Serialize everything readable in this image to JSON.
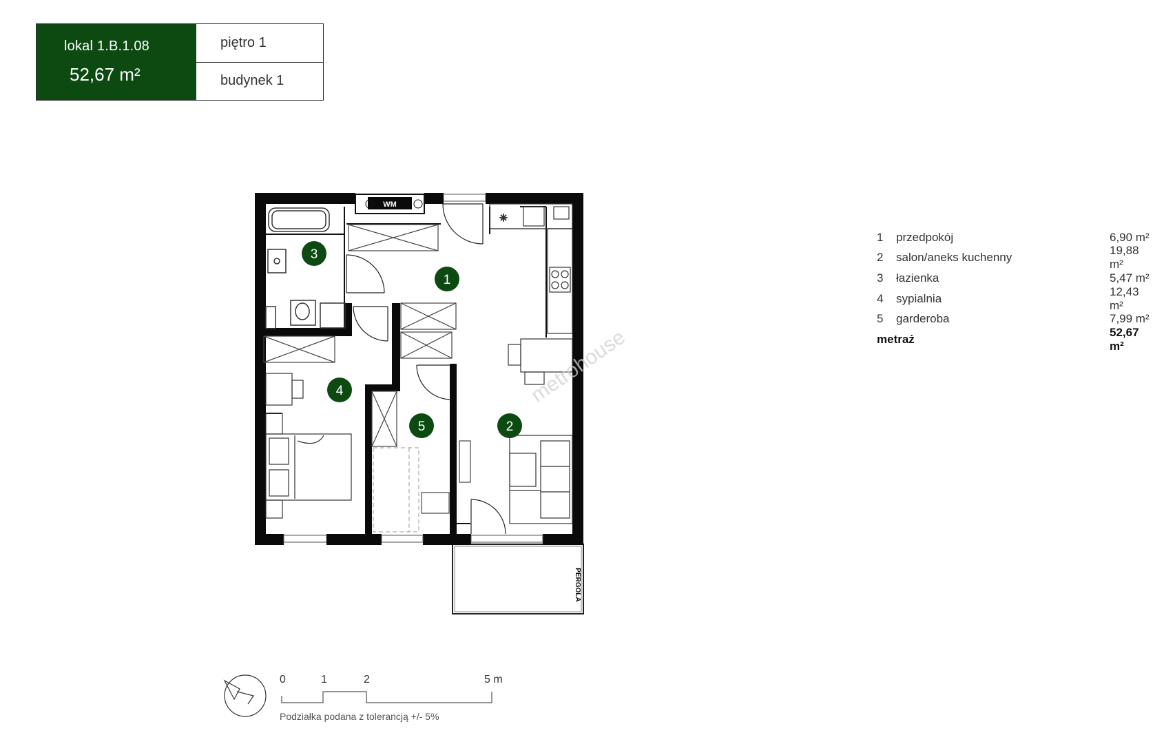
{
  "header": {
    "unit_label": "lokal  1.B.1.08",
    "area": "52,67 m²",
    "floor": "piętro 1",
    "building": "budynek 1"
  },
  "rooms": [
    {
      "num": "1",
      "name": "przedpokój",
      "area": "6,90 m²"
    },
    {
      "num": "2",
      "name": "salon/aneks kuchenny",
      "area": "19,88 m²"
    },
    {
      "num": "3",
      "name": "łazienka",
      "area": "5,47 m²"
    },
    {
      "num": "4",
      "name": "sypialnia",
      "area": "12,43 m²"
    },
    {
      "num": "5",
      "name": "garderoba",
      "area": "7,99 m²"
    }
  ],
  "total": {
    "label": "metraż",
    "area": "52,67 m²"
  },
  "plan": {
    "room_markers": [
      "1",
      "2",
      "3",
      "4",
      "5"
    ],
    "pergola_label": "PERGOLA",
    "watermark": "metrohouse",
    "wm_label": "WM"
  },
  "scale": {
    "ticks": [
      "0",
      "1",
      "2",
      "5 m"
    ],
    "note": "Podziałka podana z tolerancją +/- 5%"
  },
  "colors": {
    "accent": "#0c4a12",
    "wall": "#0a0a0a"
  }
}
